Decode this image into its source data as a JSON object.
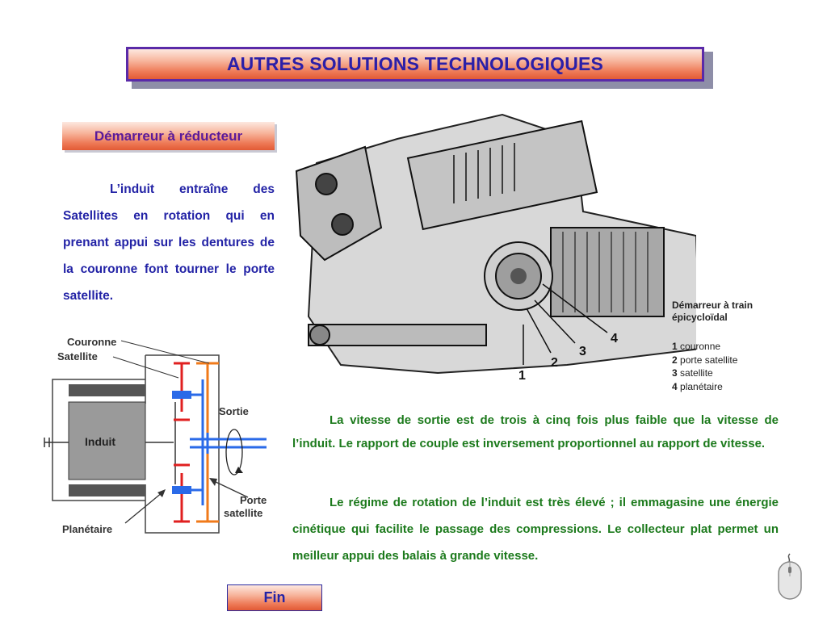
{
  "header": {
    "title": "AUTRES SOLUTIONS TECHNOLOGIQUES"
  },
  "section": {
    "subtitle": "Démarreur à réducteur"
  },
  "left_text": "L’induit  entraîne  des Satellites en  rotation  qui  en prenant appui sur les dentures de la couronne font tourner le porte satellite.",
  "diagram": {
    "labels": {
      "couronne": "Couronne",
      "satellite": "Satellite",
      "sortie": "Sortie",
      "induit": "Induit",
      "porte": "Porte",
      "satellite2": "satellite",
      "planetaire": "Planétaire"
    }
  },
  "photo": {
    "callouts": [
      "1",
      "2",
      "3",
      "4"
    ],
    "legend_title_1": "Démarreur à train",
    "legend_title_2": "épicycloïdal",
    "legend": [
      {
        "num": "1",
        "text": "couronne"
      },
      {
        "num": "2",
        "text": "porte satellite"
      },
      {
        "num": "3",
        "text": "satellite"
      },
      {
        "num": "4",
        "text": "planétaire"
      }
    ]
  },
  "paragraphs": {
    "p1": "La vitesse de sortie est de trois à cinq fois plus faible que la vitesse de l’induit. Le rapport de couple est inversement proportionnel au rapport de vitesse.",
    "p2": "Le régime de rotation de l’induit est très élevé ; il emmagasine une énergie cinétique qui facilite le passage des compressions. Le collecteur plat permet un meilleur appui des balais à grande vitesse."
  },
  "nav": {
    "fin_label": "Fin"
  },
  "colors": {
    "title_text": "#2b1fa8",
    "body_text": "#2323a6",
    "green_text": "#1c7a1c",
    "gear_red": "#e02020",
    "gear_blue": "#2a6ae8",
    "carrier_orange": "#f07a1a"
  },
  "icons": {
    "mouse": "mouse-icon"
  }
}
